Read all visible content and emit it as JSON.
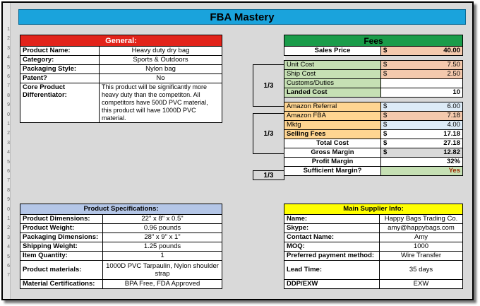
{
  "title": "FBA Mastery",
  "general": {
    "header": "General:",
    "rows": [
      {
        "label": "Product Name:",
        "value": "Heavy duty dry bag"
      },
      {
        "label": "Category:",
        "value": "Sports & Outdoors"
      },
      {
        "label": "Packaging Style:",
        "value": "Nylon bag"
      },
      {
        "label": "Patent?",
        "value": "No"
      }
    ],
    "differentiator_label": "Core Product Differentiator:",
    "differentiator_value": "This product will be significantly more heavy duty than the competiton. All competitors have 500D PVC material, this product will have 1000D PVC material."
  },
  "fees": {
    "header": "Fees",
    "sales_price": {
      "label": "Sales Price",
      "currency": "$",
      "value": "40.00"
    },
    "landed_group_ratio": "1/3",
    "landed": [
      {
        "label": "Unit Cost",
        "currency": "$",
        "value": "7.50"
      },
      {
        "label": "Ship Cost",
        "currency": "$",
        "value": "2.50"
      },
      {
        "label": "Customs/Duties",
        "currency": "",
        "value": ""
      },
      {
        "label": "Landed Cost",
        "currency": "",
        "value": "10"
      }
    ],
    "selling_group_ratio": "1/3",
    "selling": [
      {
        "label": "Amazon Referral",
        "currency": "$",
        "value": "6.00"
      },
      {
        "label": "Amazon FBA",
        "currency": "$",
        "value": "7.18"
      },
      {
        "label": "Mktg",
        "currency": "$",
        "value": "4.00"
      },
      {
        "label": "Selling Fees",
        "currency": "$",
        "value": "17.18"
      }
    ],
    "summary": [
      {
        "label": "Total Cost",
        "currency": "$",
        "value": "27.18"
      },
      {
        "label": "Gross Margin",
        "currency": "$",
        "value": "12.82"
      },
      {
        "label": "Profit Margin",
        "currency": "",
        "value": "32%"
      },
      {
        "label": "Sufficient Margin?",
        "currency": "",
        "value": "Yes"
      }
    ],
    "profit_ratio": "1/3"
  },
  "specs": {
    "header": "Product Specifications:",
    "rows": [
      {
        "label": "Product Dimensions:",
        "value": "22\" x 8\" x 0.5\""
      },
      {
        "label": "Product Weight:",
        "value": "0.96 pounds"
      },
      {
        "label": "Packaging Dimensions:",
        "value": "28\" x 9\" x 1\""
      },
      {
        "label": "Shipping Weight:",
        "value": "1.25 pounds"
      },
      {
        "label": "Item Quantity:",
        "value": "1"
      },
      {
        "label": "Product materials:",
        "value": "1000D PVC Tarpaulin, Nylon shoulder strap"
      },
      {
        "label": "Material Certifications:",
        "value": "BPA Free, FDA Approved"
      }
    ]
  },
  "supplier": {
    "header": "Main Supplier Info:",
    "rows": [
      {
        "label": "Name:",
        "value": "Happy Bags Trading Co."
      },
      {
        "label": "Skype:",
        "value": "amy@happybags.com"
      },
      {
        "label": "Contact Name:",
        "value": "Amy"
      },
      {
        "label": "MOQ:",
        "value": "1000"
      },
      {
        "label": "Preferred payment method:",
        "value": "Wire Transfer"
      },
      {
        "label": "Lead Time:",
        "value": "35 days"
      },
      {
        "label": "DDP/EXW",
        "value": "EXW"
      }
    ]
  },
  "row_numbers": [
    "1",
    "2",
    "3",
    "4",
    "5",
    "6",
    "7",
    "8",
    "9",
    "0",
    "1",
    "2",
    "3",
    "4",
    "5",
    "6",
    "7",
    "8",
    "9",
    "0",
    "1",
    "2",
    "3",
    "4",
    "5",
    "6",
    "7"
  ]
}
